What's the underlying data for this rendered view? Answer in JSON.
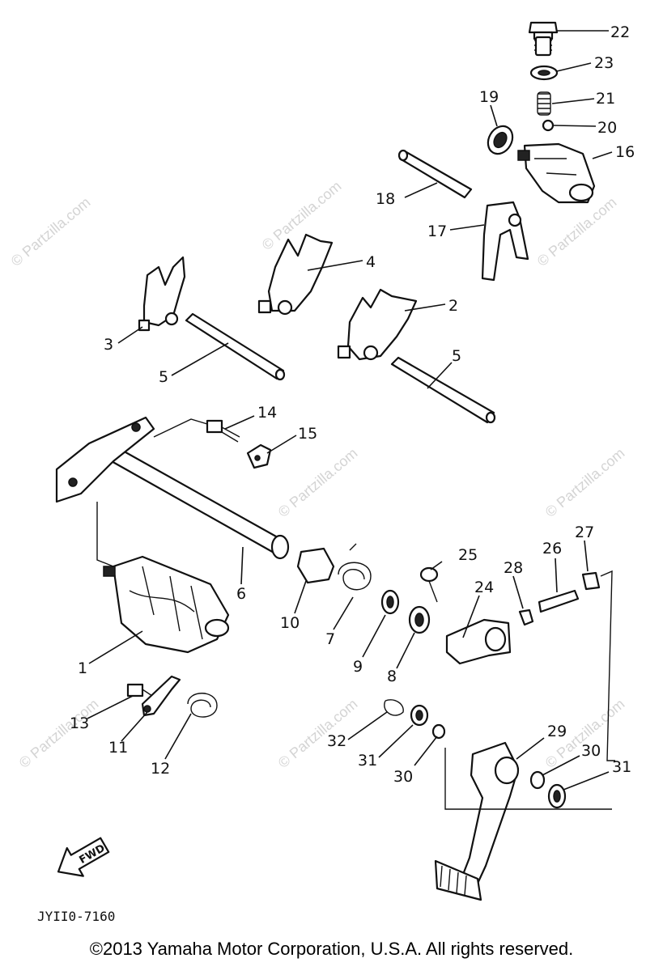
{
  "watermark": "© Partzilla.com",
  "drawing_code": "JYII0-7160",
  "fwd_label": "FWD",
  "copyright": "©2013 Yamaha Motor Corporation, U.S.A. All rights reserved.",
  "callouts": {
    "c1": "1",
    "c2": "2",
    "c3": "3",
    "c4": "4",
    "c5a": "5",
    "c5b": "5",
    "c6": "6",
    "c7": "7",
    "c8": "8",
    "c9": "9",
    "c10": "10",
    "c11": "11",
    "c12": "12",
    "c13": "13",
    "c14": "14",
    "c15": "15",
    "c16": "16",
    "c17": "17",
    "c18": "18",
    "c19": "19",
    "c20": "20",
    "c21": "21",
    "c22": "22",
    "c23": "23",
    "c24": "24",
    "c25": "25",
    "c26": "26",
    "c27": "27",
    "c28": "28",
    "c29": "29",
    "c30a": "30",
    "c30b": "30",
    "c31a": "31",
    "c31b": "31",
    "c32": "32"
  }
}
